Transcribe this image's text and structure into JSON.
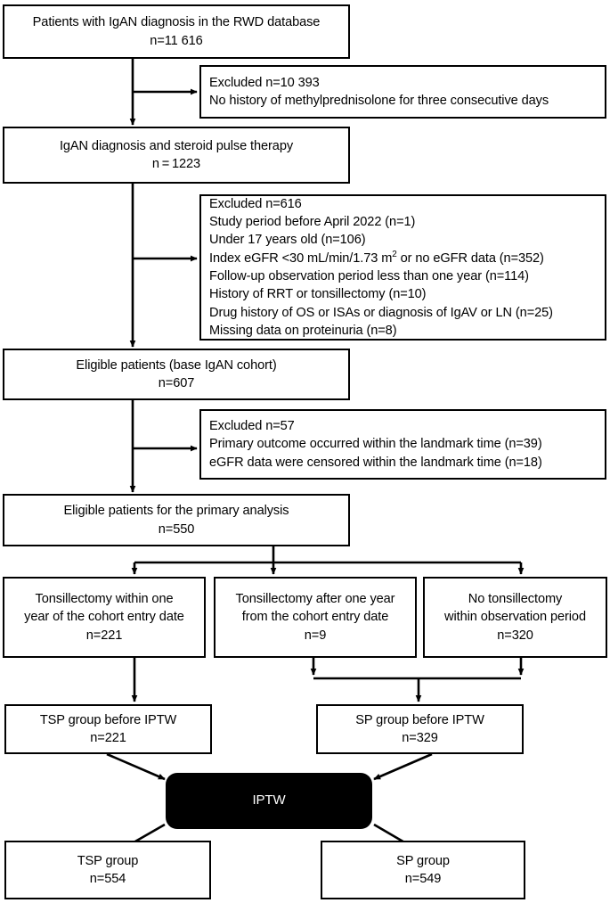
{
  "figure": {
    "type": "flowchart",
    "title": "Patient selection flow diagram",
    "stroke_color": "#000000",
    "fill_color": "#ffffff",
    "highlight_fill": "#000000",
    "highlight_text": "#ffffff"
  },
  "nodes": {
    "source_cohort": {
      "line1": "Patients with IgAN diagnosis in the RWD database",
      "line2": "n=11 616"
    },
    "excluded_1": {
      "line1": "Excluded n=10 393",
      "line2": "No history of methylprednisolone for three consecutive days"
    },
    "steroid_pulse": {
      "line1": "IgAN diagnosis and steroid pulse therapy",
      "line2": "n = 1223"
    },
    "excluded_2": {
      "line1": "Excluded n=616",
      "line2": "Study period before April 2022 (n=1)",
      "line3": "Under 17 years old (n=106)",
      "line4a": "Index eGFR <30 mL/min/1.73 m",
      "line4sup": "2",
      "line4b": " or no eGFR data (n=352)",
      "line5": "Follow-up observation period less than one year (n=114)",
      "line6": "History of RRT or tonsillectomy (n=10)",
      "line7": "Drug history of OS or ISAs or diagnosis of IgAV or LN (n=25)",
      "line8": "Missing data on proteinuria (n=8)"
    },
    "eligible_base": {
      "line1": "Eligible patients (base IgAN cohort)",
      "line2": "n=607"
    },
    "excluded_3": {
      "line1": "Excluded n=57",
      "line2": "Primary outcome occurred within the landmark time (n=39)",
      "line3": "eGFR data were censored within the landmark time (n=18)"
    },
    "eligible_primary": {
      "line1": "Eligible patients for the primary analysis",
      "line2": "n=550"
    },
    "tonsil_within_one_year": {
      "line1": "Tonsillectomy within one",
      "line2": "year of the cohort entry date",
      "line3": "n=221"
    },
    "tonsil_after_one_year": {
      "line1": "Tonsillectomy after one year",
      "line2": "from the cohort entry date",
      "line3": "n=9"
    },
    "no_tonsillectomy": {
      "line1": "No tonsillectomy",
      "line2": "within observation period",
      "line3": "n=320"
    },
    "tsp_before_iptw": {
      "line1": "TSP group before IPTW",
      "line2": "n=221"
    },
    "sp_before_iptw": {
      "line1": "SP group before IPTW",
      "line2": "n=329"
    },
    "iptw": {
      "label": "IPTW"
    },
    "tsp_group": {
      "line1": "TSP group",
      "line2": "n=554"
    },
    "sp_group": {
      "line1": "SP group",
      "line2": "n=549"
    }
  }
}
